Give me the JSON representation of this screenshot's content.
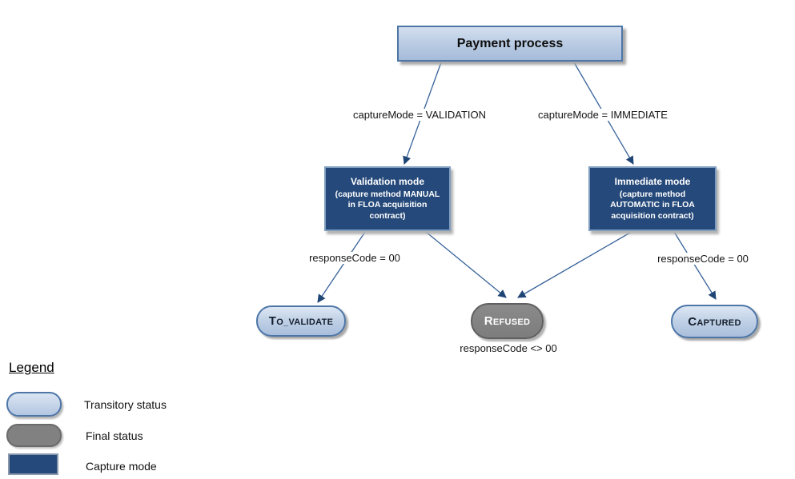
{
  "diagram": {
    "root": {
      "label": "Payment process"
    },
    "modes": {
      "validation": {
        "title": "Validation mode",
        "subtitle": "(capture method MANUAL in FLOA acquisition contract)"
      },
      "immediate": {
        "title": "Immediate mode",
        "subtitle": "(capture method AUTOMATIC in FLOA acquisition contract)"
      }
    },
    "statuses": {
      "to_validate": {
        "label": "TO_VALIDATE",
        "kind": "transitory"
      },
      "refused": {
        "label": "REFUSED",
        "kind": "final"
      },
      "captured": {
        "label": "CAPTURED",
        "kind": "transitory"
      }
    },
    "edge_labels": {
      "validation": "captureMode = VALIDATION",
      "immediate": "captureMode = IMMEDIATE",
      "response_ok_validation": "responseCode = 00",
      "response_ok_immediate": "responseCode = 00",
      "response_ko": "responseCode <> 00"
    }
  },
  "legend": {
    "heading": "Legend",
    "items": [
      {
        "shape": "pill-blue",
        "label": "Transitory status"
      },
      {
        "shape": "pill-gray",
        "label": "Final status"
      },
      {
        "shape": "rect-navy",
        "label": "Capture mode"
      }
    ]
  },
  "colors": {
    "transitory_fill_top": "#dde7f3",
    "transitory_fill_bottom": "#aabfdc",
    "node_border_blue": "#4d76a7",
    "capture_mode_fill": "#25497a",
    "capture_mode_border": "#7f9dbf",
    "final_status_fill": "#818181",
    "final_status_border": "#606060",
    "arrow_line": "#38639b",
    "arrow_head": "#1f4575",
    "text_on_dark": "#ffffff"
  }
}
